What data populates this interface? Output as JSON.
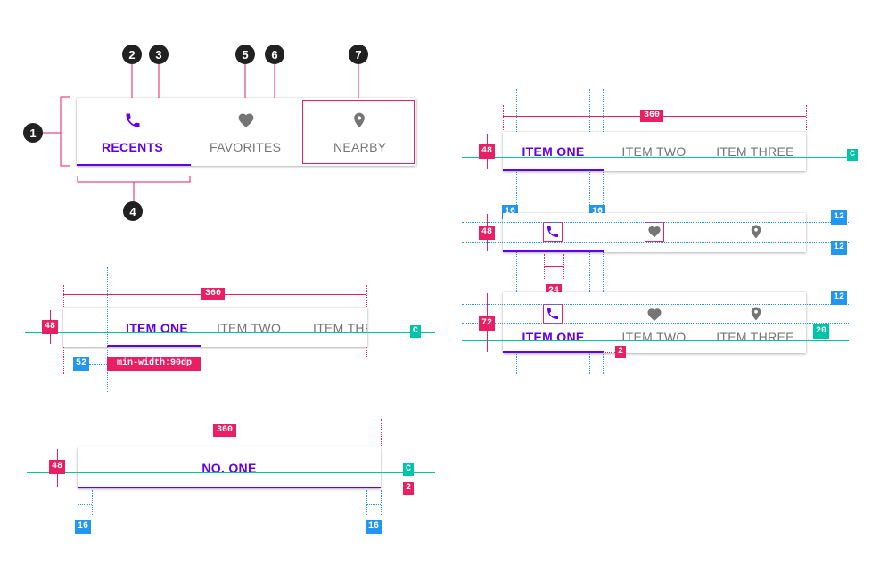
{
  "callouts": [
    "1",
    "2",
    "3",
    "4",
    "5",
    "6",
    "7"
  ],
  "anatomy_tabs": {
    "recents": "RECENTS",
    "favorites": "FAVORITES",
    "nearby": "NEARBY"
  },
  "scroll_tabs": [
    "ITEM ONE",
    "ITEM TWO",
    "ITEM THR"
  ],
  "fixed_text_tabs": [
    "ITEM ONE",
    "ITEM TWO",
    "ITEM THREE"
  ],
  "icon_text_tabs": [
    "ITEM ONE",
    "ITEM TWO",
    "ITEM THREE"
  ],
  "single_tab": "NO. ONE",
  "measurements": {
    "width_360": "360",
    "height_48": "48",
    "height_72": "72",
    "pad_52": "52",
    "min_width": "min-width:90dp",
    "pad_16": "16",
    "pad_12": "12",
    "size_24": "24",
    "baseline_20": "20",
    "indicator_2": "2",
    "center_c": "C"
  },
  "icons": [
    "phone-icon",
    "heart-icon",
    "location-pin-icon"
  ],
  "colors": {
    "accent": "#6200ee",
    "inactive": "#757575",
    "measure_red": "#e91e63",
    "measure_blue": "#2196f3",
    "measure_teal": "#00c4a7",
    "callout": "#212121"
  }
}
